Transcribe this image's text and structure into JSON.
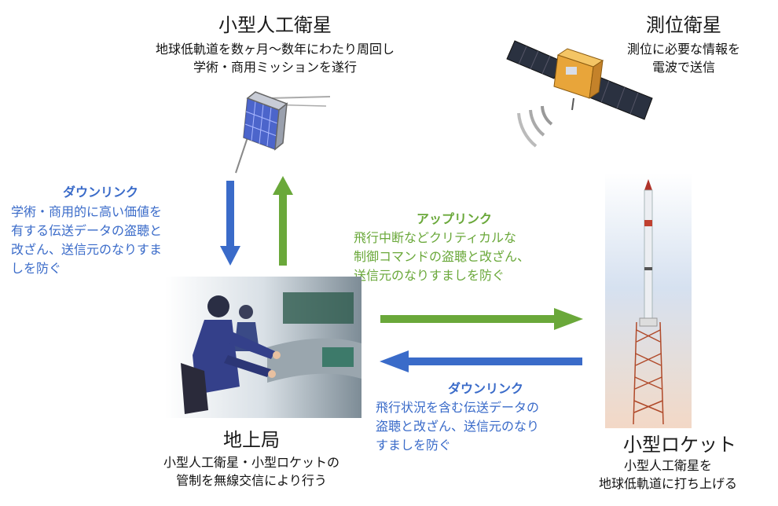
{
  "small_satellite": {
    "title": "小型人工衛星",
    "desc_lines": [
      "地球低軌道を数ヶ月〜数年にわたり周回し",
      "学術・商用ミッションを遂行"
    ]
  },
  "gps_satellite": {
    "title": "測位衛星",
    "desc_lines": [
      "測位に必要な情報を",
      "電波で送信"
    ]
  },
  "ground_station": {
    "title": "地上局",
    "desc_lines": [
      "小型人工衛星・小型ロケットの",
      "管制を無線交信により行う"
    ]
  },
  "rocket": {
    "title": "小型ロケット",
    "desc_lines": [
      "小型人工衛星を",
      "地球低軌道に打ち上げる"
    ]
  },
  "downlink_sat": {
    "label": "ダウンリンク",
    "lines": [
      "学術・商用的に高い価値を",
      "有する伝送データの盗聴と",
      "改ざん、送信元のなりすま",
      "しを防ぐ"
    ]
  },
  "uplink_rocket": {
    "label": "アップリンク",
    "lines": [
      "飛行中断などクリティカルな",
      "制御コマンドの盗聴と改ざん、",
      "送信元のなりすましを防ぐ"
    ]
  },
  "downlink_rocket": {
    "label": "ダウンリンク",
    "lines": [
      "飛行状況を含む伝送データの",
      "盗聴と改ざん、送信元のなり",
      "すましを防ぐ"
    ]
  },
  "colors": {
    "downlink": "#3a6bc9",
    "uplink": "#6aa83a"
  },
  "icons": [
    "small-satellite-icon",
    "gps-satellite-icon",
    "ground-station-icon",
    "rocket-icon"
  ]
}
